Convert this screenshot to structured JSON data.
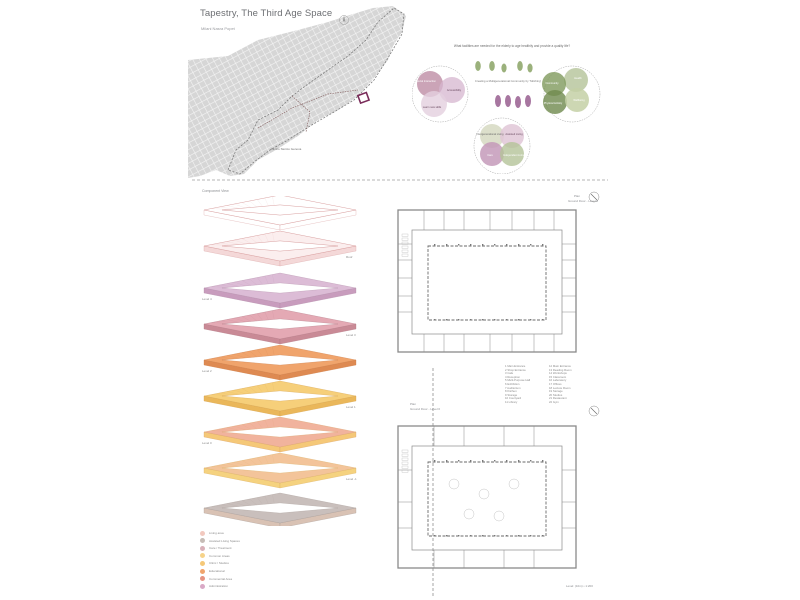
{
  "poster": {
    "title": "Tapestry, The Third Age Space",
    "subtitle": "Milani Nasra Popet"
  },
  "site_map": {
    "location_label": "Centro Storico Genova"
  },
  "concept": {
    "question": "What facilities are needed for the elderly to age healthily and provide a quality life?",
    "center_label": "Creating a Multigenerational Community by 'Stitching'",
    "purple_group": [
      "Social Interaction",
      "Accessibility",
      "Learn new skills"
    ],
    "green_group": [
      "Health",
      "Community",
      "Physical Activity",
      "Wellbeing"
    ],
    "bottom_group": [
      "Intergenerational Living",
      "Assisted Living",
      "Care",
      "Independent Living"
    ]
  },
  "axon": {
    "heading": "Component View",
    "level_labels": [
      "Roof",
      "Level 4",
      "Level 3",
      "Level 2",
      "Level 1",
      "Level 0",
      "Level -1"
    ]
  },
  "legend": {
    "items": [
      {
        "label": "Living area",
        "color": "#f2c9bf"
      },
      {
        "label": "Assisted Living Spaces",
        "color": "#c6bcb6"
      },
      {
        "label": "Care / Treatment",
        "color": "#d9b0b8"
      },
      {
        "label": "Common Areas",
        "color": "#f6d38a"
      },
      {
        "label": "Clinic / Studios",
        "color": "#f5c878"
      },
      {
        "label": "Educational",
        "color": "#f0a46c"
      },
      {
        "label": "Commercial Area",
        "color": "#e69482"
      },
      {
        "label": "Administration",
        "color": "#d9a9c6"
      }
    ]
  },
  "plans": {
    "plan1_title": "Plan",
    "plan1_subtitle": "Ground Floor - Level 0",
    "plan2_title": "Plan",
    "plan2_subtitle": "Ground Floor - Level 0",
    "key_left": [
      "Main Entrance",
      "Shop Entrance",
      "Cafe",
      "Reception",
      "Multi-Purpose Hall",
      "Exhibition",
      "Auditorium",
      "Kitchen",
      "Storage",
      "Courtyard",
      "Library"
    ],
    "key_right": [
      "Main Entrance",
      "Reading Room",
      "Workshops",
      "Classroom",
      "Laboratory",
      "Offices",
      "Lecture Room",
      "Storage",
      "Studios",
      "Restaurant",
      "Gym"
    ],
    "credit": "Level: (10m) • 1:200"
  },
  "colors": {
    "pink": "#f2c9bf",
    "mauve": "#c98a96",
    "orange": "#f0a46c",
    "yellow": "#f6d38a",
    "grey": "#b5aeab",
    "purple_circle": "#d6b5cf",
    "green_circle": "#b4c398",
    "plan_wall": "#8a8a8a"
  }
}
